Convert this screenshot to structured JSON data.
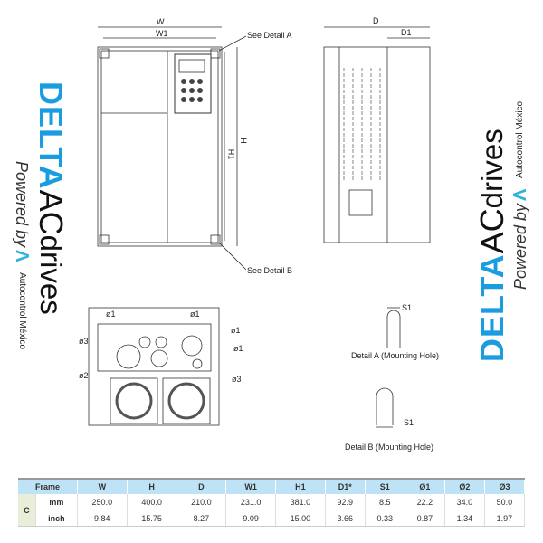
{
  "logo": {
    "brand": "DELTA",
    "product_a": "AC",
    "product_b": "drives",
    "powered": "Powered by",
    "company": "Autocontrol México",
    "accent": "#1a9ce0"
  },
  "drawing": {
    "w": "W",
    "w1": "W1",
    "h": "H",
    "h1": "H1",
    "d": "D",
    "d1": "D1",
    "see_a": "See Detail A",
    "see_b": "See Detail B",
    "phi1": "ø1",
    "phi2": "ø2",
    "phi3": "ø3",
    "s1": "S1",
    "detail_a": "Detail A (Mounting Hole)",
    "detail_b": "Detail B (Mounting Hole)"
  },
  "table": {
    "headers": [
      "Frame",
      "W",
      "H",
      "D",
      "W1",
      "H1",
      "D1*",
      "S1",
      "Ø1",
      "Ø2",
      "Ø3"
    ],
    "frame": "C",
    "rows": [
      {
        "unit": "mm",
        "values": [
          "250.0",
          "400.0",
          "210.0",
          "231.0",
          "381.0",
          "92.9",
          "8.5",
          "22.2",
          "34.0",
          "50.0"
        ]
      },
      {
        "unit": "inch",
        "values": [
          "9.84",
          "15.75",
          "8.27",
          "9.09",
          "15.00",
          "3.66",
          "0.33",
          "0.87",
          "1.34",
          "1.97"
        ]
      }
    ]
  }
}
